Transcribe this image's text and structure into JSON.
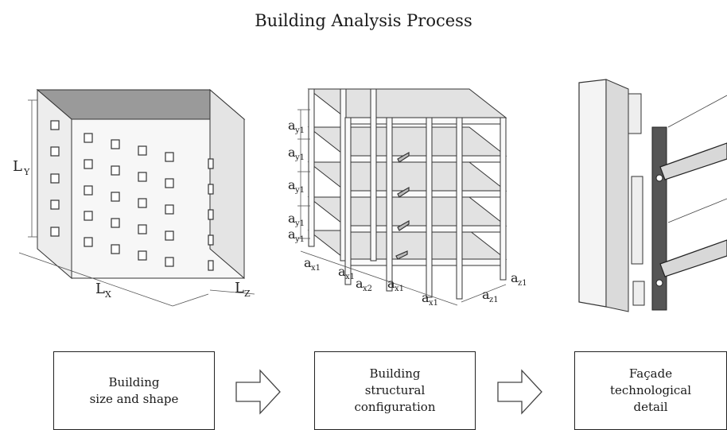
{
  "title": "Building Analysis Process",
  "building": {
    "ly": "L",
    "ly_sub": "Y",
    "lx": "L",
    "lx_sub": "X",
    "lz": "L",
    "lz_sub": "Z"
  },
  "structure": {
    "a": "a",
    "y1": "y1",
    "x1": "x1",
    "x2": "x2",
    "z1": "z1"
  },
  "steps": [
    {
      "lines": [
        "Building",
        "size and shape"
      ]
    },
    {
      "lines": [
        "Building",
        "structural",
        "configuration"
      ]
    },
    {
      "lines": [
        "Façade",
        "technological",
        "detail"
      ]
    }
  ]
}
